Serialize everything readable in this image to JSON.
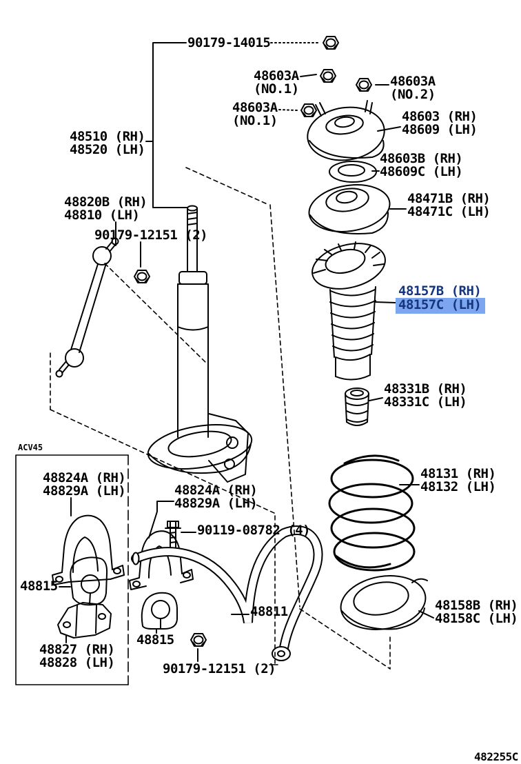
{
  "diagram": {
    "code": "482255C",
    "variant_box_label": "ACV45",
    "highlight_color": "#7da6f0",
    "highlight_text_color": "#15357d"
  },
  "labels": {
    "nut_rod": {
      "text": "90179-14015"
    },
    "nut_support_no1_a": {
      "text": "48603A",
      "note": "(NO.1)"
    },
    "nut_support_no2": {
      "text": "48603A",
      "note": "(NO.2)"
    },
    "nut_support_no1_b": {
      "text": "48603A",
      "note": "(NO.1)"
    },
    "shock_absorber": {
      "rh": "48510 (RH)",
      "lh": "48520 (LH)"
    },
    "suspension_support": {
      "rh": "48603 (RH)",
      "lh": "48609 (LH)"
    },
    "support_dust_seal": {
      "rh": "48603B (RH)",
      "lh": "48609C (LH)"
    },
    "spring_seat_upper": {
      "rh": "48471B (RH)",
      "lh": "48471C (LH)"
    },
    "spring_bumper_boot": {
      "rh": "48157B (RH)",
      "lh": "48157C (LH)"
    },
    "spring_bumper": {
      "rh": "48331B (RH)",
      "lh": "48331C (LH)"
    },
    "coil_spring": {
      "rh": "48131 (RH)",
      "lh": "48132 (LH)"
    },
    "spring_seat_lower": {
      "rh": "48158B (RH)",
      "lh": "48158C (LH)"
    },
    "stabilizer_link": {
      "rh": "48820B (RH)",
      "lh": "48810 (LH)"
    },
    "nut_link": {
      "text": "90179-12151 (2)"
    },
    "bracket_inbox": {
      "rh": "48824A (RH)",
      "lh": "48829A (LH)"
    },
    "bushing_inbox": {
      "text": "48815"
    },
    "bracket_no2_inbox": {
      "rh": "48827 (RH)",
      "lh": "48828 (LH)"
    },
    "bracket_main": {
      "rh": "48824A (RH)",
      "lh": "48829A (LH)"
    },
    "bolt_bracket": {
      "text": "90119-08782 (4)"
    },
    "bushing_main": {
      "text": "48815"
    },
    "stabilizer_bar": {
      "text": "48811"
    },
    "nut_bar_link": {
      "text": "90179-12151 (2)"
    }
  }
}
